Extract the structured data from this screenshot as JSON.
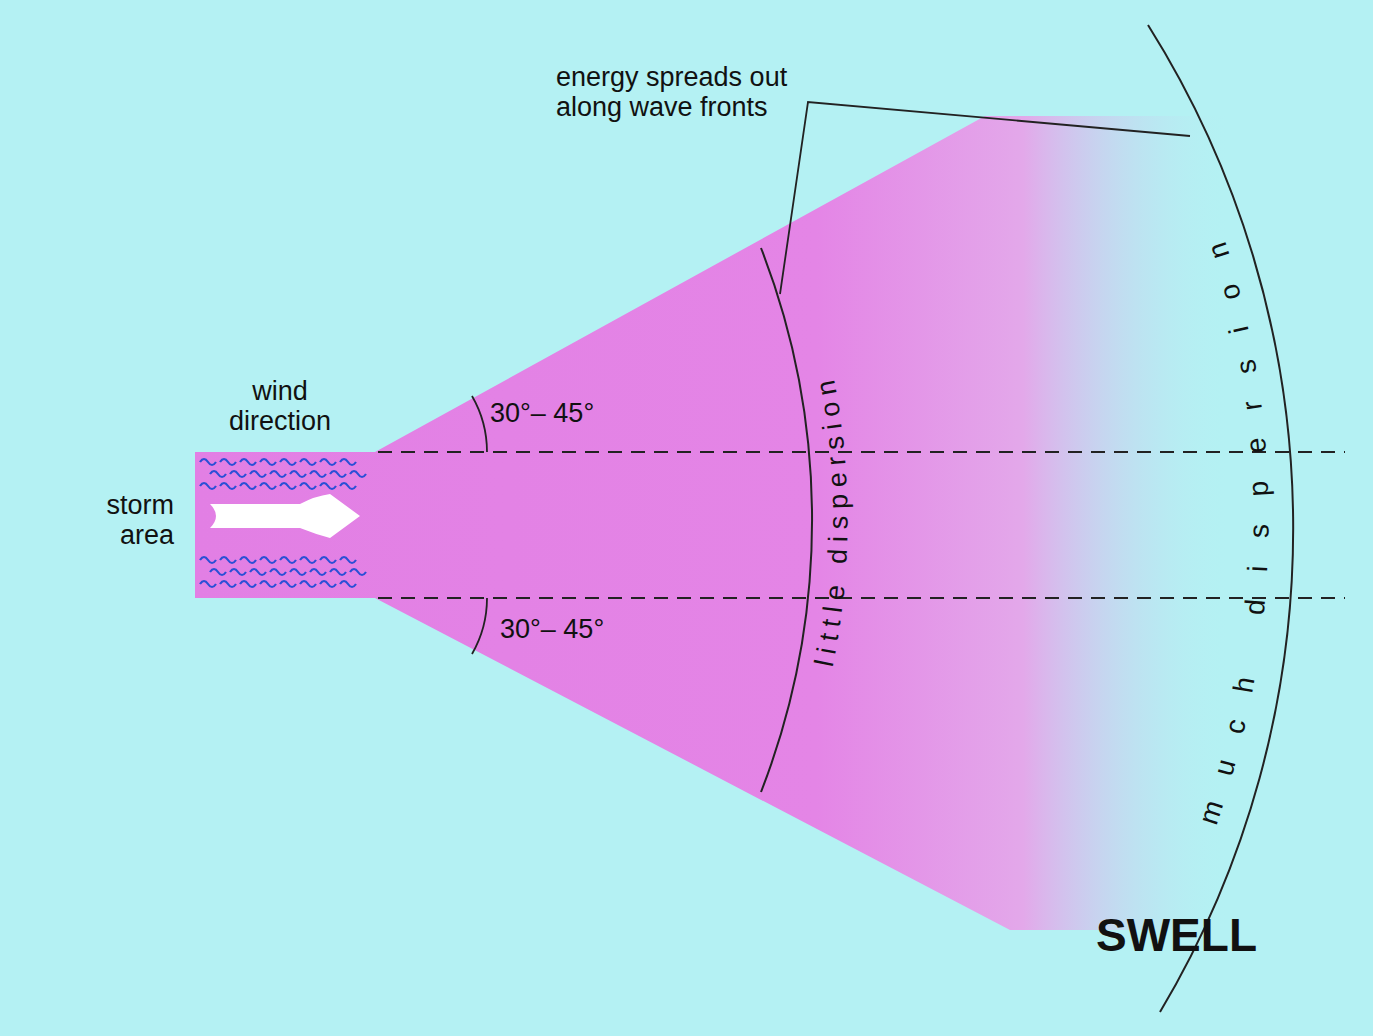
{
  "diagram": {
    "labels": [
      "energy spreads out along wave fronts",
      "wind direction",
      "storm area",
      "30°– 45°",
      "30°– 45°",
      "little dispersion",
      "much dispersion",
      "SWELL"
    ]
  }
}
